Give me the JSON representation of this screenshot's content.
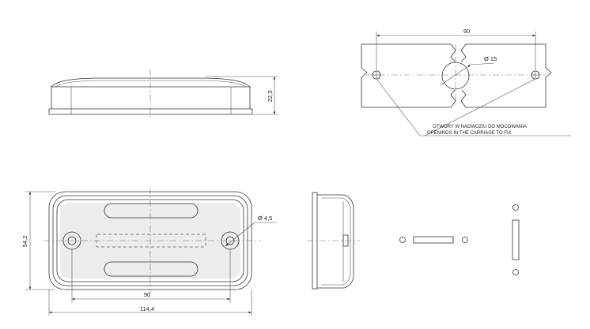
{
  "dimensions": {
    "height_side": "22,3",
    "width_inner": "90",
    "width_outer": "114,4",
    "height_front": "54,2",
    "hole_front": "Ø 4,5",
    "hole_center": "Ø 15",
    "hole_spacing_top": "90"
  },
  "notes": {
    "mount_pl": "OTWORY W NADWOZIU DO MOCOWANIA",
    "mount_en": "OPENINGS IN THE CARRIAGE TO FIX"
  }
}
